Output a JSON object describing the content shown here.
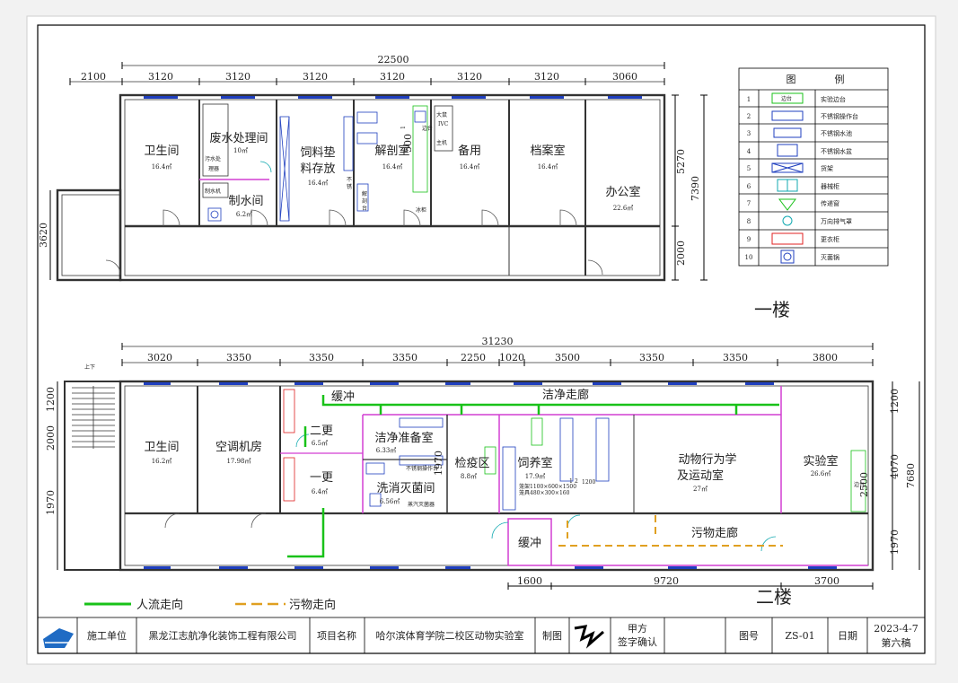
{
  "colors": {
    "wall": "#333333",
    "window": "#1f3fbf",
    "green": "#19c219",
    "orange": "#e0a020",
    "magenta": "#d23fd2",
    "red": "#e02020",
    "blue": "#2020c0",
    "cyan": "#10a9b0"
  },
  "floor1": {
    "label": "一楼",
    "total_dim": "22500",
    "dims_top": [
      "2100",
      "3120",
      "3120",
      "3120",
      "3120",
      "3120",
      "3120",
      "3060"
    ],
    "dims_right": [
      "5270",
      "2000"
    ],
    "dim_overall": "7390",
    "dim_left": "3620",
    "rooms": [
      {
        "name": "卫生间",
        "area": "16.4㎡"
      },
      {
        "name": "废水处理间",
        "area": "10㎡"
      },
      {
        "name": "制水间",
        "area": "6.2㎡"
      },
      {
        "name": "饲料垫",
        "name2": "料存放",
        "area": "16.4㎡"
      },
      {
        "name": "解剖室",
        "area": "16.4㎡"
      },
      {
        "name": "备用",
        "area": "16.4㎡"
      },
      {
        "name": "档案室",
        "area": "16.4㎡"
      },
      {
        "name": "办公室",
        "area": "22.6㎡"
      }
    ],
    "equip": {
      "sewage": "污水处",
      "sewage2": "理器",
      "water": "制水机",
      "ivc1": "大鼠",
      "ivc2": "IVC",
      "host": "主机",
      "bench": "边台",
      "freezer": "冰柜",
      "cab1": "解",
      "cab2": "剖",
      "cab3": "台",
      "d1": "1",
      "d2": "500",
      "ss": "不",
      "ss2": "锈"
    }
  },
  "floor2": {
    "label": "二楼",
    "total_dim": "31230",
    "dims_top": [
      "3020",
      "3350",
      "3350",
      "3350",
      "2250",
      "1020",
      "3500",
      "3350",
      "3350",
      "3800"
    ],
    "dims_bottom": [
      "1600",
      "9720",
      "3700"
    ],
    "dims_left": [
      "1200",
      "2000",
      "1970"
    ],
    "dims_right": [
      "1200",
      "4070",
      "1970"
    ],
    "dim_overall": "7680",
    "stair": "上下",
    "rooms": [
      {
        "name": "卫生间",
        "area": "16.2㎡"
      },
      {
        "name": "空调机房",
        "area": "17.98㎡"
      },
      {
        "name": "二更",
        "area": "6.5㎡"
      },
      {
        "name": "一更",
        "area": "6.4㎡"
      },
      {
        "name": "洁净准备室",
        "area": "6.33㎡"
      },
      {
        "name": "洗消灭菌间",
        "area": "6.56㎡"
      },
      {
        "name": "检疫区",
        "area": "8.8㎡"
      },
      {
        "name": "饲养室",
        "area": "17.9㎡"
      },
      {
        "name": "动物行为学",
        "name2": "及运动室",
        "area": "27㎡"
      },
      {
        "name": "实验室",
        "area": "26.6㎡"
      }
    ],
    "buffer1": "缓冲",
    "buffer2": "缓冲",
    "clean_corridor": "洁净走廊",
    "dirty_corridor": "污物走廊",
    "equip": {
      "ss_bench": "不锈钢操作台",
      "steam": "蒸汽灭菌器",
      "cage1": "笼架1100×600×1500",
      "cage2": "笼具480×300×160",
      "n2500": "2500",
      "n1970": "1970",
      "n1200": "1200",
      "bench": "边台",
      "n1": "1",
      "n2": "2"
    }
  },
  "legend": {
    "title": "图",
    "title2": "例",
    "items": [
      {
        "no": "1",
        "label": "实验边台",
        "sym": "边台"
      },
      {
        "no": "2",
        "label": "不锈钢操作台"
      },
      {
        "no": "3",
        "label": "不锈钢水池"
      },
      {
        "no": "4",
        "label": "不锈钢水盆"
      },
      {
        "no": "5",
        "label": "货架"
      },
      {
        "no": "6",
        "label": "器械柜"
      },
      {
        "no": "7",
        "label": "传递窗"
      },
      {
        "no": "8",
        "label": "万向排气罩"
      },
      {
        "no": "9",
        "label": "更衣柜"
      },
      {
        "no": "10",
        "label": "灭菌锅"
      }
    ]
  },
  "flow": {
    "people": "人流走向",
    "waste": "污物走向"
  },
  "titleblock": {
    "c1": "施工单位",
    "c2": "黑龙江志航净化装饰工程有限公司",
    "c3": "项目名称",
    "c4": "哈尔滨体育学院二校区动物实验室",
    "c5": "制图",
    "c6": "甲方",
    "c6b": "签字确认",
    "c7": "图号",
    "c8": "ZS-01",
    "c9": "日期",
    "c10": "2023-4-7",
    "c11": "第六稿"
  }
}
